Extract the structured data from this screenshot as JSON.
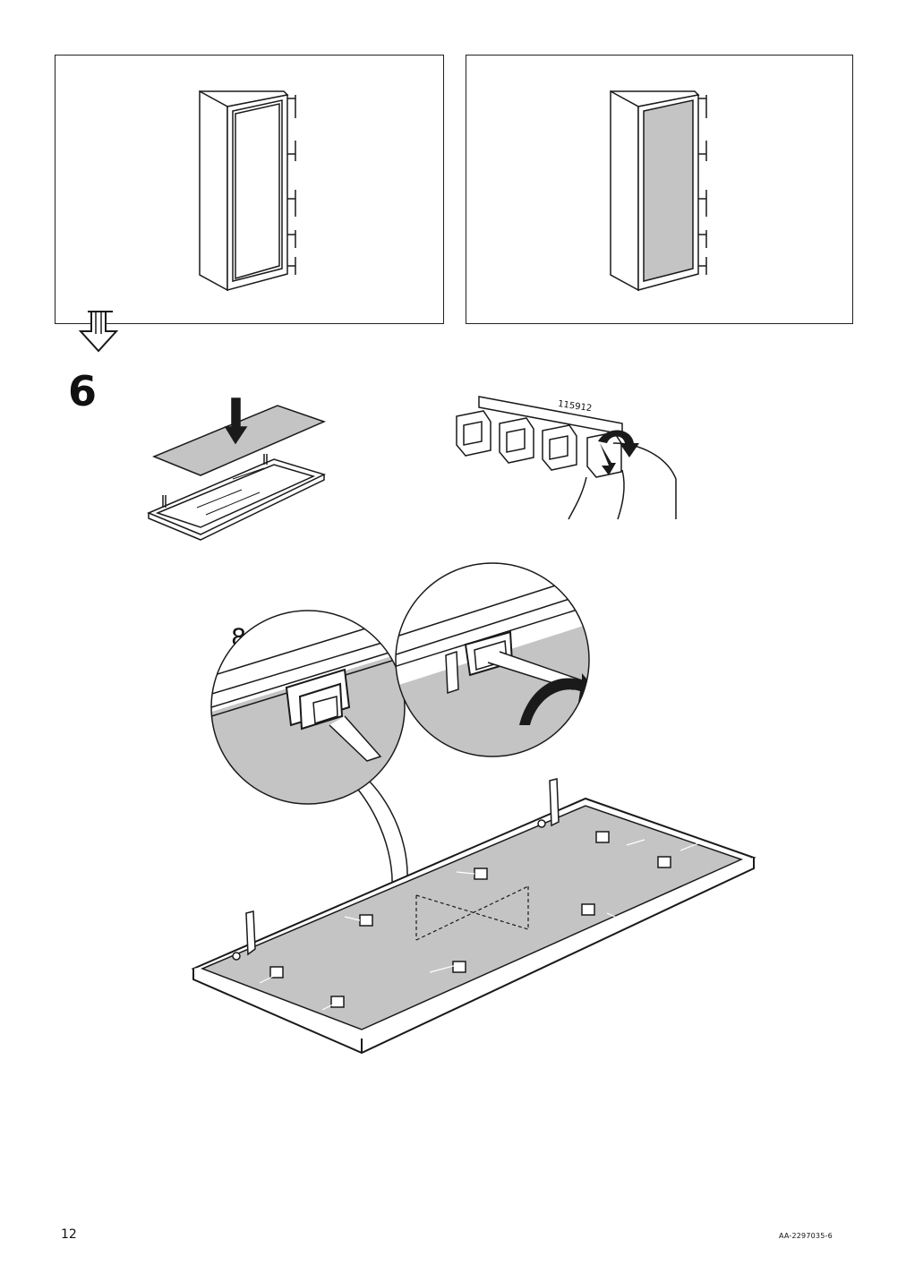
{
  "page": {
    "step_number": "6",
    "page_number": "12",
    "document_code": "AA-2297035-6",
    "quantity_label": "8x",
    "part_number": "115912"
  },
  "colors": {
    "line": "#1a1a1a",
    "grey_fill": "#c4c4c4",
    "background": "#ffffff"
  }
}
